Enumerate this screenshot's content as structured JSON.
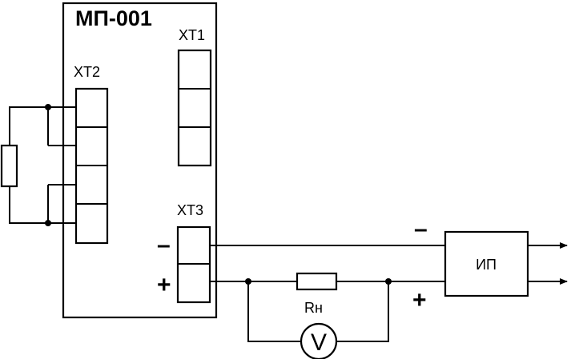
{
  "module": {
    "title": "МП-001"
  },
  "connectors": {
    "xt1": {
      "label": "XT1",
      "cells": 3
    },
    "xt2": {
      "label": "XT2",
      "cells": 4
    },
    "xt3": {
      "label": "XT3",
      "cells": 2
    }
  },
  "polarity": {
    "xt3_minus": "–",
    "xt3_plus": "+",
    "source_minus": "–",
    "source_plus": "+"
  },
  "components": {
    "load_resistor": "Rн",
    "voltmeter": "V",
    "power_source": "ИП"
  },
  "colors": {
    "ink": "#000000",
    "paper": "#ffffff"
  }
}
